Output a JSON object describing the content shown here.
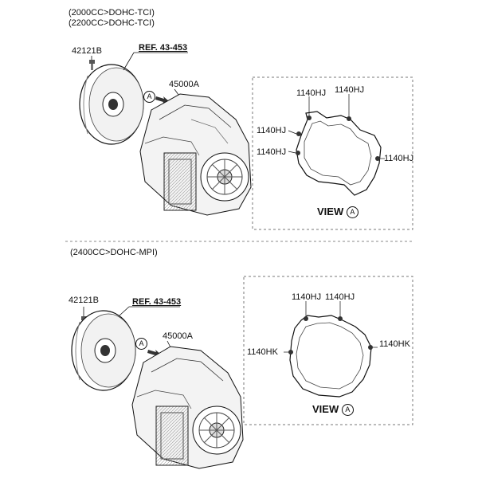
{
  "section1": {
    "variant_line1": "(2000CC>DOHC-TCI)",
    "variant_line2": "(2200CC>DOHC-TCI)",
    "bolt_part": "42121B",
    "ref_label": "REF. 43-453",
    "transaxle_part": "45000A",
    "view_marker": "A",
    "view_title": "VIEW",
    "view_letter": "A",
    "callouts": [
      "1140HJ",
      "1140HJ",
      "1140HJ",
      "1140HJ",
      "1140HJ"
    ]
  },
  "section2": {
    "variant_line1": "(2400CC>DOHC-MPI)",
    "bolt_part": "42121B",
    "ref_label": "REF. 43-453",
    "transaxle_part": "45000A",
    "view_marker": "A",
    "view_title": "VIEW",
    "view_letter": "A",
    "callouts": [
      "1140HJ",
      "1140HJ",
      "1140HK",
      "1140HK"
    ]
  }
}
